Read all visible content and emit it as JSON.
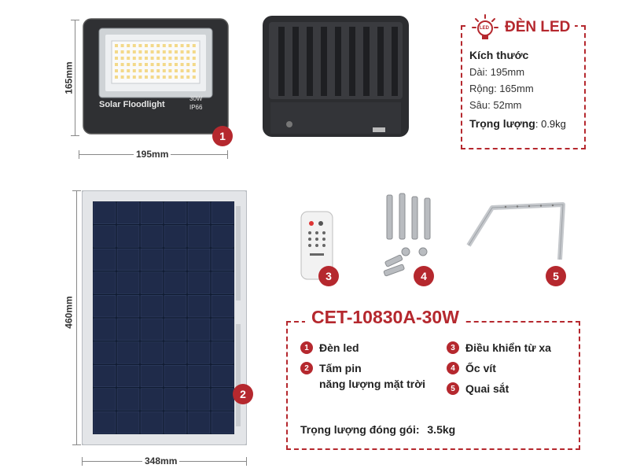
{
  "dimensions": {
    "light_height": "165mm",
    "light_width": "195mm",
    "panel_height": "460mm",
    "panel_width": "348mm"
  },
  "floodlight": {
    "label": "Solar Floodlight",
    "power": "30W",
    "rating": "IP66"
  },
  "badges": [
    "1",
    "2",
    "3",
    "4",
    "5"
  ],
  "spec": {
    "title": "ĐÈN LED",
    "icon_text": "LED",
    "size_heading": "Kích thước",
    "length": "Dài: 195mm",
    "width": "Rộng: 165mm",
    "depth": "Sâu: 52mm",
    "weight_label": "Trọng lượng",
    "weight_value": ": 0.9kg"
  },
  "product": {
    "code": "CET-10830A-30W",
    "items": [
      {
        "num": "1",
        "label": "Đèn led"
      },
      {
        "num": "2",
        "label": "Tấm pin",
        "label2": "năng lượng mặt trời"
      },
      {
        "num": "3",
        "label": "Điều khiển từ xa"
      },
      {
        "num": "4",
        "label": "Ốc vít"
      },
      {
        "num": "5",
        "label": "Quai sắt"
      }
    ],
    "package_weight_label": "Trọng lượng đóng gói:",
    "package_weight_value": "3.5kg"
  },
  "colors": {
    "accent": "#b5282e",
    "frame": "#2b2b2b",
    "panel_cell": "#1f2b4a"
  }
}
